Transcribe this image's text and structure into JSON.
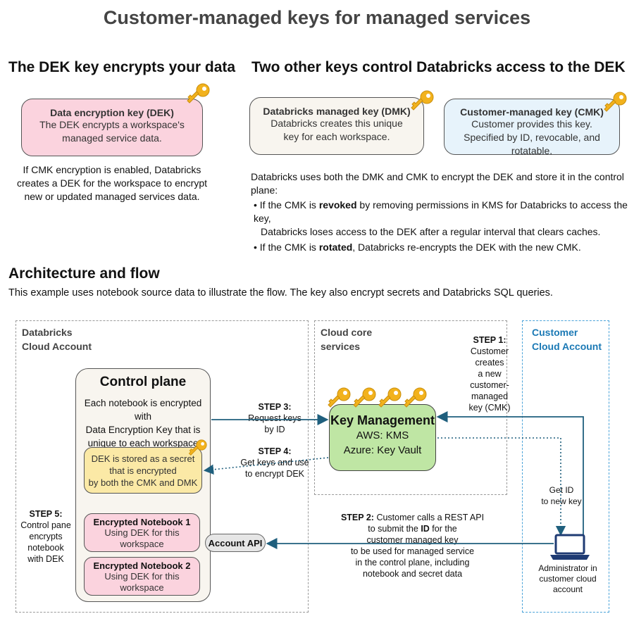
{
  "title": "Customer-managed keys for managed services",
  "left_section": {
    "heading": "The DEK key encrypts your data",
    "dek_box": {
      "title": "Data encryption key (DEK)",
      "body_line1": "The DEK encrypts a workspace's",
      "body_line2": "managed service data."
    },
    "note_line1": "If CMK encryption is enabled, Databricks",
    "note_line2": "creates a DEK for the workspace to encrypt",
    "note_line3": "new or updated managed services data."
  },
  "right_section": {
    "heading": "Two other keys control Databricks access to the DEK",
    "dmk_box": {
      "title": "Databricks managed key (DMK)",
      "body_line1": "Databricks creates this unique",
      "body_line2": "key for each workspace."
    },
    "cmk_box": {
      "title": "Customer-managed key (CMK)",
      "body_line1": "Customer provides this key.",
      "body_line2": "Specified by ID, revocable, and rotatable."
    },
    "intro": "Databricks uses both the DMK and CMK to encrypt the DEK and store it in the control plane:",
    "bullets": [
      {
        "pre": "If the CMK is ",
        "bold": "revoked",
        "post_line1": " by removing permissions in KMS for Databricks to access the key,",
        "post_line2": "Databricks loses access to the DEK after a regular interval that clears caches."
      },
      {
        "pre": "If the CMK is ",
        "bold": "rotated",
        "post_line1": ",  Databricks re-encrypts the DEK with the new CMK.",
        "post_line2": ""
      }
    ]
  },
  "architecture": {
    "heading": "Architecture and flow",
    "subtitle": "This example uses notebook source data to illustrate the flow.  The key also encrypt secrets and Databricks SQL queries.",
    "databricks_account": {
      "line1": "Databricks",
      "line2": "Cloud Account"
    },
    "cloud_core": {
      "line1": "Cloud core",
      "line2": "services"
    },
    "customer_account": {
      "line1": "Customer",
      "line2": "Cloud Account"
    },
    "control_plane": {
      "title": "Control plane",
      "desc_line1": "Each notebook is encrypted with",
      "desc_line2": "Data Encryption Key that is",
      "desc_line3": "unique to each workspace",
      "dek_store_line1": "DEK is stored as a secret",
      "dek_store_line2": "that is encrypted",
      "dek_store_line3": "by both the CMK and DMK",
      "notebook1": {
        "title": "Encrypted Notebook 1",
        "line1": "Using DEK for this",
        "line2": "workspace"
      },
      "notebook2": {
        "title": "Encrypted Notebook 2",
        "line1": "Using DEK for this",
        "line2": "workspace"
      }
    },
    "key_management": {
      "title": "Key Management",
      "aws": "AWS: KMS",
      "azure": "Azure: Key Vault"
    },
    "account_api": "Account API",
    "step1": {
      "label": "STEP 1:",
      "lines": [
        "Customer",
        "creates",
        "a new",
        "customer-",
        "managed",
        "key (CMK)"
      ]
    },
    "step2": {
      "label": "STEP 2:",
      "line1": " Customer calls a REST API",
      "line2_pre": "to submit the ",
      "line2_bold": "ID",
      "line2_post": " for the",
      "line3": "customer managed key",
      "line4": "to be used for managed service",
      "line5": "in the control plane, including",
      "line6": "notebook and secret data"
    },
    "step3": {
      "label": "STEP 3:",
      "line1": "Request keys",
      "line2": "by ID"
    },
    "step4": {
      "label": "STEP 4:",
      "line1": "Get keys and use",
      "line2": "to encrypt DEK"
    },
    "step5": {
      "label": "STEP 5:",
      "lines": [
        "Control pane",
        "encrypts",
        "notebook",
        "with DEK"
      ]
    },
    "get_id": {
      "line1": "Get ID",
      "line2": "to new key"
    },
    "admin": {
      "line1": "Administrator in",
      "line2": "customer cloud",
      "line3": "account"
    }
  },
  "colors": {
    "dek_fill": "#fbd3de",
    "dmk_fill": "#f8f5ef",
    "cmk_fill": "#e7f3fb",
    "control_plane_fill": "#f8f5ef",
    "dek_store_fill": "#fbe9a6",
    "notebook_fill": "#fbd3de",
    "key_mgmt_fill": "#bfe6a4",
    "key_gold": "#f2b21d",
    "arrow_blue": "#1f5f7d",
    "customer_blue": "#1b79b5"
  }
}
